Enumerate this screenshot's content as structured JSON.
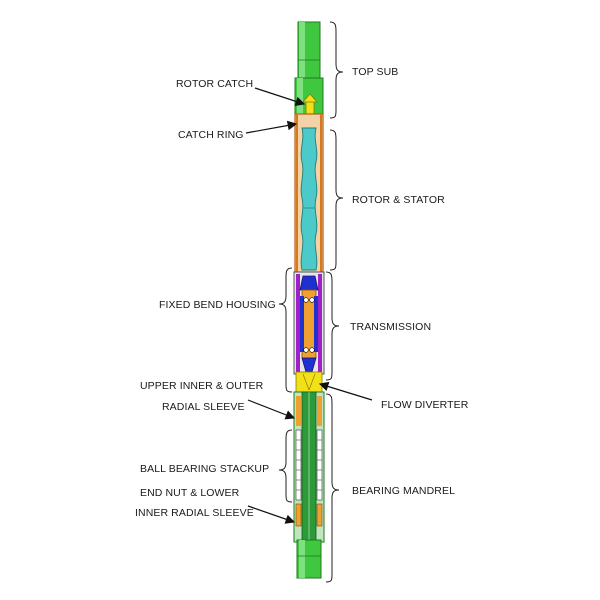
{
  "labels": {
    "top_sub": "TOP SUB",
    "rotor_catch": "ROTOR CATCH",
    "catch_ring": "CATCH RING",
    "rotor_stator": "ROTOR & STATOR",
    "fixed_bend_housing": "FIXED BEND HOUSING",
    "transmission": "TRANSMISSION",
    "upper_radial_sleeve_line1": "UPPER INNER & OUTER",
    "upper_radial_sleeve_line2": "RADIAL SLEEVE",
    "flow_diverter": "FLOW DIVERTER",
    "ball_bearing_stackup": "BALL BEARING STACKUP",
    "bearing_mandrel": "BEARING MANDREL",
    "end_nut_line1": "END NUT  & LOWER",
    "end_nut_line2": "INNER RADIAL SLEEVE"
  },
  "colors": {
    "sub_green": "#3fc83f",
    "sub_green_dark": "#1f8f1f",
    "housing_orange": "#d8791f",
    "rotor_cyan": "#4cc9c9",
    "transmission_purple": "#a020c8",
    "transmission_blue": "#2030d0",
    "driveshaft_orange": "#f0a030",
    "yellow": "#f2e01a",
    "mandrel_green": "#2d9a3a",
    "outline": "#222222"
  }
}
